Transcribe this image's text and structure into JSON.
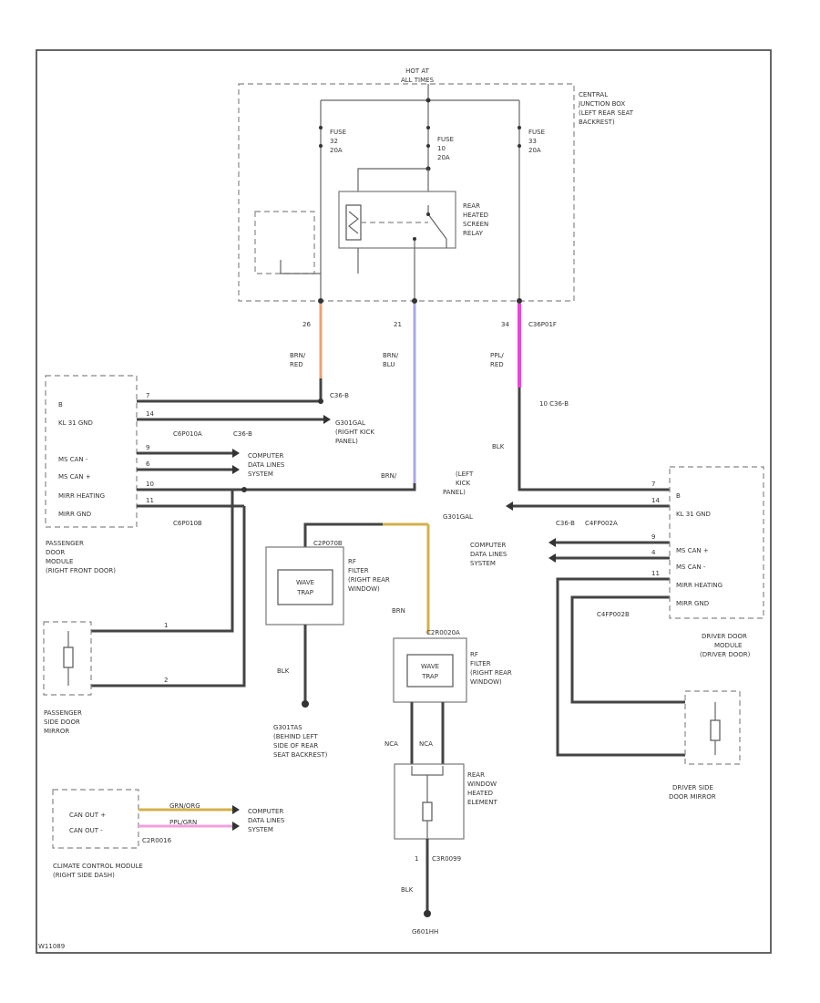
{
  "diagram": {
    "border_color": "#555555",
    "wire_colors": {
      "orange": "#f0a070",
      "lavender": "#a8a8e8",
      "magenta": "#ee44dd",
      "mustard": "#d4b04a",
      "pink": "#f0a0e0"
    },
    "central_box": {
      "hot_label_1": "HOT AT",
      "hot_label_2": "ALL TIMES",
      "name": [
        "CENTRAL",
        "JUNCTION BOX",
        "(LEFT REAR SEAT",
        "BACKREST)"
      ],
      "fuse_left": [
        "FUSE",
        "32",
        "20A"
      ],
      "fuse_mid": [
        "FUSE",
        "10",
        "20A"
      ],
      "fuse_right": [
        "FUSE",
        "33",
        "20A"
      ],
      "relay": [
        "REAR",
        "HEATED",
        "SCREEN",
        "RELAY"
      ],
      "pin_left": "26",
      "pin_mid": "21",
      "pin_right": "34",
      "connector_right": "C36P01F"
    },
    "wires": {
      "left_color": [
        "BRN/",
        "RED"
      ],
      "mid_color": [
        "BRN/",
        "BLU"
      ],
      "right_color": [
        "PPL/",
        "RED"
      ],
      "blk": "BLK",
      "brn": "BRN",
      "nca": "NCA"
    },
    "passenger_door": {
      "connector_c36b": "C36-B",
      "connector_c36b_b": "C36-B",
      "rows": [
        "B",
        "KL 31 GND",
        "",
        "MS CAN -",
        "MS CAN +",
        "MIRR HEATING",
        "MIRR GND"
      ],
      "conn_c6p": "C6P010A",
      "conn_c6p_b": "C6P010B",
      "pins": [
        "7",
        "14",
        "9",
        "6",
        "10",
        "11"
      ],
      "gnd": [
        "G301GAL",
        "(RIGHT KICK",
        "PANEL)"
      ],
      "computer": [
        "COMPUTER",
        "DATA LINES",
        "SYSTEM"
      ],
      "name": [
        "PASSENGER",
        "DOOR",
        "MODULE",
        "(RIGHT FRONT DOOR)"
      ]
    },
    "passenger_mirror": {
      "name": [
        "PASSENGER",
        "SIDE DOOR",
        "MIRROR"
      ],
      "pins": [
        "1",
        "2"
      ]
    },
    "filter_left": {
      "conn": "C2P070B",
      "trap": [
        "WAVE",
        "TRAP"
      ],
      "name": [
        "RF",
        "FILTER",
        "(RIGHT REAR",
        "WINDOW)"
      ],
      "gnd": [
        "G301TAS",
        "(BEHIND LEFT",
        "SIDE OF REAR",
        "SEAT BACKREST)"
      ]
    },
    "filter_right": {
      "conn": "C2R0020A",
      "trap": [
        "WAVE",
        "TRAP"
      ],
      "name": [
        "RF",
        "FILTER",
        "(RIGHT REAR",
        "WINDOW)"
      ]
    },
    "element": {
      "name": [
        "REAR",
        "WINDOW",
        "HEATED",
        "ELEMENT"
      ],
      "conn": "C3R0099",
      "pin": "1",
      "gnd": "G601HH"
    },
    "driver": {
      "gnd": [
        "(LEFT",
        "KICK",
        "PANEL)",
        "G301GAL"
      ],
      "conn_a": "C36-B",
      "conn_b": "C4FP002A",
      "conn_c": "C4FP002B",
      "pin_c36b": "10 C36-B",
      "rows": [
        "B",
        "KL 31 GND",
        "MS CAN +",
        "MS CAN -",
        "MIRR HEATING",
        "MIRR GND"
      ],
      "pins": [
        "7",
        "14",
        "9",
        "4",
        "11"
      ],
      "computer": [
        "COMPUTER",
        "DATA LINES",
        "SYSTEM"
      ],
      "name": [
        "DRIVER DOOR",
        "MODULE",
        "(DRIVER DOOR)"
      ],
      "mirror": [
        "DRIVER SIDE",
        "DOOR MIRROR"
      ]
    },
    "climate": {
      "rows": [
        "CAN OUT +",
        "CAN OUT -"
      ],
      "wire_a": "GRN/ORG",
      "wire_b": "PPL/GRN",
      "conn": "C2R0016",
      "computer": [
        "COMPUTER",
        "DATA LINES",
        "SYSTEM"
      ],
      "name": [
        "CLIMATE CONTROL MODULE",
        "(RIGHT SIDE DASH)"
      ]
    },
    "footer": "W11089"
  }
}
